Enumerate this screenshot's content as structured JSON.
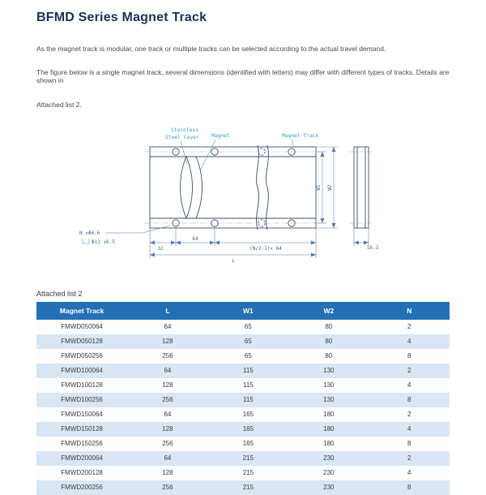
{
  "page": {
    "title": "BFMD Series Magnet Track",
    "paragraphs": [
      "As the magnet track is modular, one track or multiple tracks can be selected according to the actual travel demand.",
      "The figure below is a single magnet track, several dimensions (identified with letters) may differ with different types of tracks. Details are shown in",
      "Attached list 2."
    ]
  },
  "drawing": {
    "labels": {
      "cover_line1": "Stainless",
      "cover_line2": "Steel Cover",
      "magnet": "Magnet",
      "magnet_track": "Magnet Track"
    },
    "dimensions": {
      "hole_callout": "N ×Φ6.6",
      "counterbore_callout": "Φ11 ↧6.5",
      "dim_32": "32",
      "dim_64": "64",
      "dim_pitch": "(N/2-1)× 64",
      "dim_length": "L",
      "dim_w1": "W1",
      "dim_w2": "W2",
      "dim_thickness": "16.3"
    }
  },
  "table": {
    "caption": "Attached list 2",
    "headers": [
      "Magnet Track",
      "L",
      "W1",
      "W2",
      "N"
    ],
    "rows": [
      [
        "FMWD050064",
        "64",
        "65",
        "80",
        "2"
      ],
      [
        "FMWD050128",
        "128",
        "65",
        "80",
        "4"
      ],
      [
        "FMWD050256",
        "256",
        "65",
        "80",
        "8"
      ],
      [
        "FMWD100064",
        "64",
        "115",
        "130",
        "2"
      ],
      [
        "FMWD100128",
        "128",
        "115",
        "130",
        "4"
      ],
      [
        "FMWD100256",
        "256",
        "115",
        "130",
        "8"
      ],
      [
        "FMWD150064",
        "64",
        "165",
        "180",
        "2"
      ],
      [
        "FMWD150128",
        "128",
        "165",
        "180",
        "4"
      ],
      [
        "FMWD150256",
        "256",
        "165",
        "180",
        "8"
      ],
      [
        "FMWD200064",
        "64",
        "215",
        "230",
        "2"
      ],
      [
        "FMWD200128",
        "128",
        "215",
        "230",
        "4"
      ],
      [
        "FMWD200256",
        "256",
        "215",
        "230",
        "8"
      ]
    ]
  },
  "colors": {
    "table_header_bg": "#2470b6",
    "table_row_alt_bg": "#d9e6f3",
    "title_text": "#1b3155",
    "drawing_label_teal": "#38a3ae",
    "drawing_line": "#3e4f68",
    "dimension_line": "#5b79a6"
  }
}
